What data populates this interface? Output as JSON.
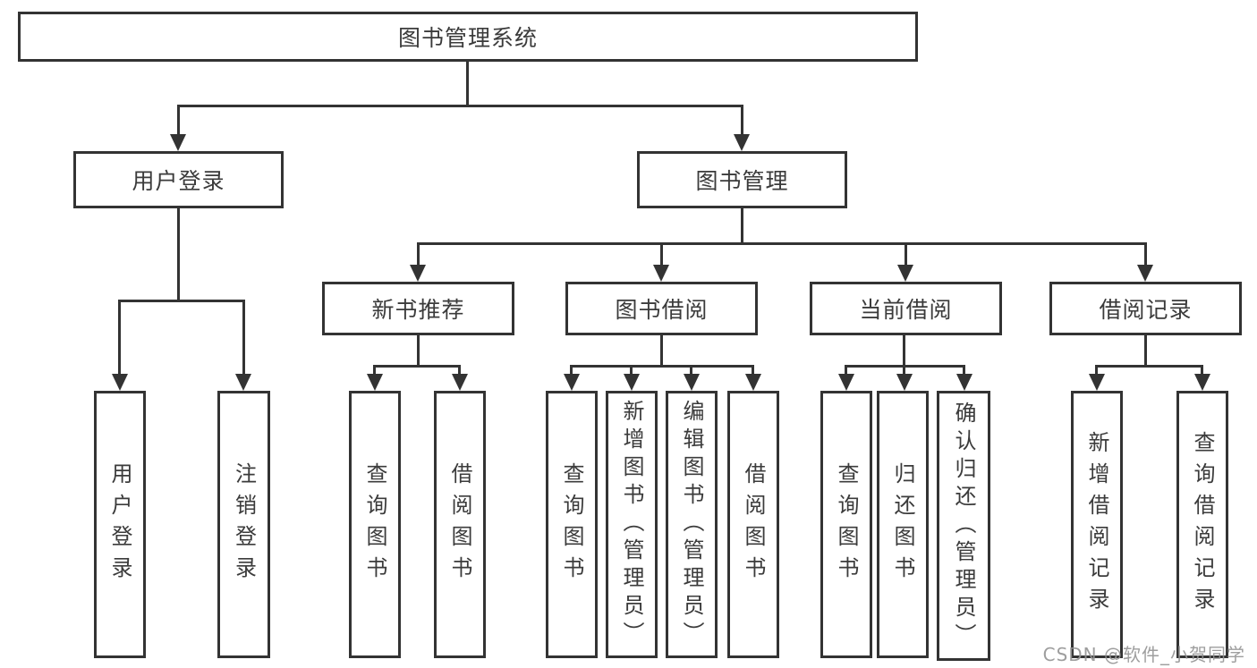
{
  "diagram": {
    "title": "图书管理系统",
    "root": {
      "label": "图书管理系统"
    },
    "level2": [
      {
        "label": "用户登录"
      },
      {
        "label": "图书管理"
      }
    ],
    "level3": [
      {
        "label": "新书推荐"
      },
      {
        "label": "图书借阅"
      },
      {
        "label": "当前借阅"
      },
      {
        "label": "借阅记录"
      }
    ],
    "leaves": {
      "user_login": [
        "用户登录",
        "注销登录"
      ],
      "new_books": [
        "查询图书",
        "借阅图书"
      ],
      "book_borrow": [
        "查询图书",
        "新增图书（管理员）",
        "编辑图书（管理员）",
        "借阅图书"
      ],
      "current_borrow": [
        "查询图书",
        "归还图书",
        "确认归还（管理员）"
      ],
      "borrow_records": [
        "新增借阅记录",
        "查询借阅记录"
      ]
    },
    "colors": {
      "line": "#333333",
      "text": "#3b3b3b",
      "watermark": "#949494",
      "background": "#ffffff"
    },
    "watermark": "CSDN @软件_小贺同学"
  }
}
